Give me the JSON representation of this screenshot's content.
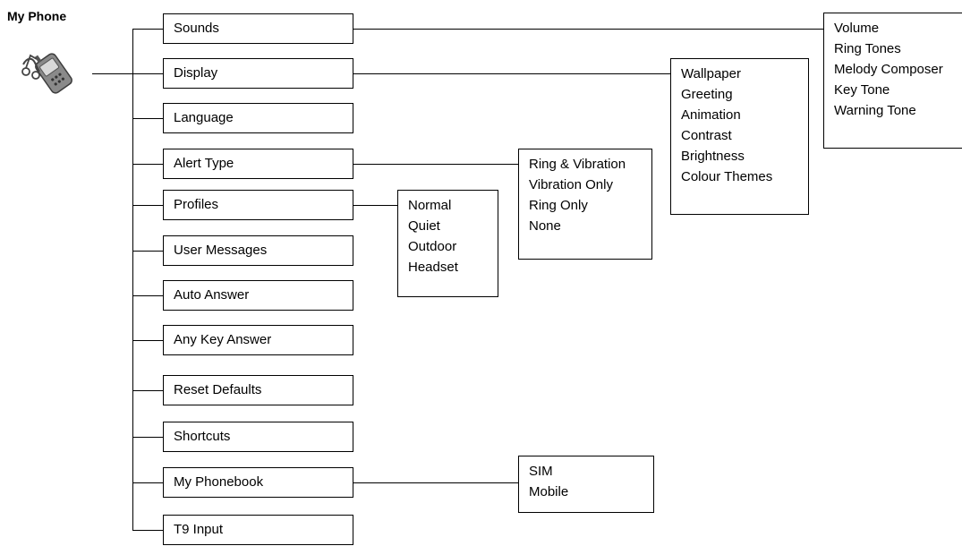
{
  "title": "My Phone",
  "icon": "phone-settings-icon",
  "menu": [
    {
      "label": "Sounds"
    },
    {
      "label": "Display"
    },
    {
      "label": "Language"
    },
    {
      "label": "Alert Type"
    },
    {
      "label": "Profiles"
    },
    {
      "label": "User Messages"
    },
    {
      "label": "Auto Answer"
    },
    {
      "label": "Any Key Answer"
    },
    {
      "label": "Reset Defaults"
    },
    {
      "label": "Shortcuts"
    },
    {
      "label": "My Phonebook"
    },
    {
      "label": "T9 Input"
    }
  ],
  "submenus": {
    "sounds": [
      "Volume",
      "Ring Tones",
      "Melody Composer",
      "Key Tone",
      "Warning Tone"
    ],
    "display": [
      "Wallpaper",
      "Greeting",
      "Animation",
      "Contrast",
      "Brightness",
      "Colour Themes"
    ],
    "alert_type": [
      "Ring & Vibration",
      "Vibration Only",
      "Ring Only",
      "None"
    ],
    "profiles": [
      "Normal",
      "Quiet",
      "Outdoor",
      "Headset"
    ],
    "my_phonebook": [
      "SIM",
      "Mobile"
    ]
  }
}
